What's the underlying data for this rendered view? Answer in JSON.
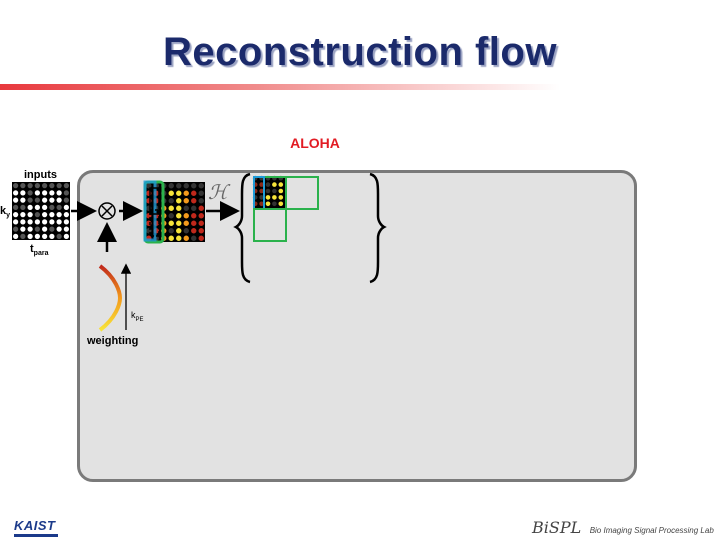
{
  "slide": {
    "title": "Reconstruction flow",
    "aloha_label": "ALOHA"
  },
  "diagram": {
    "inputs_label": "inputs",
    "ky_label": "k",
    "ky_sub": "y",
    "tpara_label": "t",
    "tpara_sub": "para",
    "weighting_label": "weighting",
    "kpe_label": "k",
    "kpe_sub": "PE",
    "multiply_symbol": "⊗",
    "hankel_symbol": "ℋ"
  },
  "footer": {
    "kaist_logo": "KAIST",
    "bispl_logo": "BiSPL",
    "bispl_tagline": "Bio Imaging Signal Processing Lab"
  },
  "colors": {
    "title": "#1b2a6b",
    "accent_red": "#e21b23",
    "box_fill": "#e2e2e2",
    "box_border": "#7a7a7a",
    "highlight_green": "#2bb24c",
    "highlight_blue": "#1e9bd7"
  }
}
